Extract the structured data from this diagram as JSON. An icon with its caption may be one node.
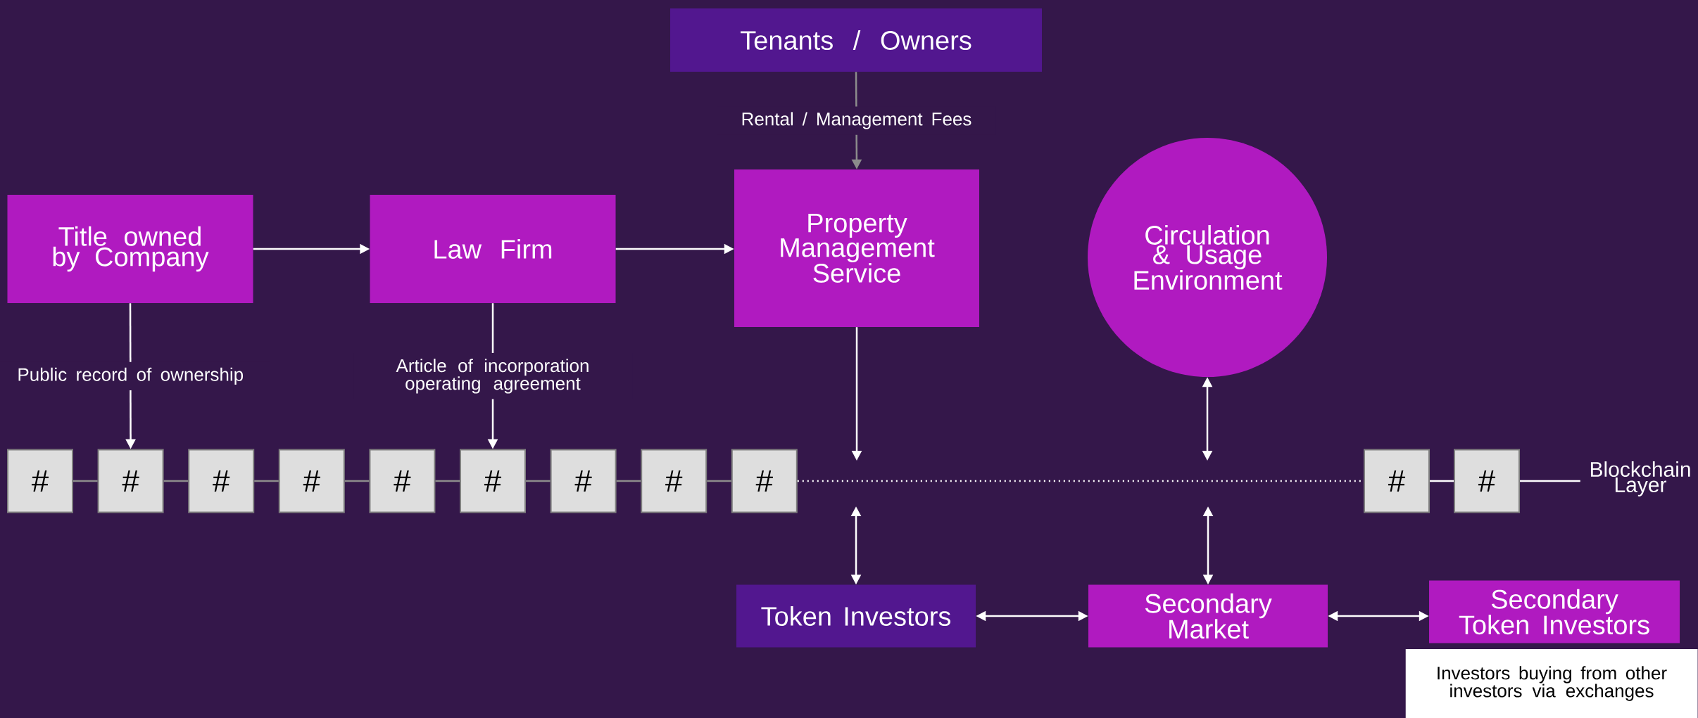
{
  "diagram": {
    "nodes": [
      {
        "text": [
          "Tenants / Owners"
        ]
      },
      {
        "text": [
          "Title owned by Company"
        ]
      },
      {
        "text": [
          "Law Firm"
        ]
      },
      {
        "text": [
          "Property Management Service"
        ]
      },
      {
        "text": [
          "Circulation & Usage Environment"
        ]
      },
      {
        "text": [
          "#"
        ]
      },
      {
        "text": [
          "#"
        ]
      },
      {
        "text": [
          "#"
        ]
      },
      {
        "text": [
          "#"
        ]
      },
      {
        "text": [
          "#"
        ]
      },
      {
        "text": [
          "#"
        ]
      },
      {
        "text": [
          "#"
        ]
      },
      {
        "text": [
          "#"
        ]
      },
      {
        "text": [
          "#"
        ]
      },
      {
        "text": [
          "#"
        ]
      },
      {
        "text": [
          "#"
        ]
      },
      {
        "text": [
          "Blockchain Layer"
        ]
      },
      {
        "text": [
          "Token Investors"
        ]
      },
      {
        "text": [
          "Secondary Market"
        ]
      },
      {
        "text": [
          "Secondary Token Investors"
        ]
      },
      {
        "text": [
          "Investors buying from other investors via exchanges"
        ]
      }
    ],
    "edges": [
      {
        "from": 0,
        "to": 3,
        "arrow": "to",
        "label": "Rental / Management Fees",
        "color": "#8c8c8c"
      },
      {
        "from": 1,
        "to": 2,
        "arrow": "to"
      },
      {
        "from": 2,
        "to": 3,
        "arrow": "to"
      },
      {
        "from": 1,
        "to": 6,
        "arrow": "to",
        "label": "Public record of ownership"
      },
      {
        "from": 2,
        "to": 10,
        "arrow": "to",
        "label": "Article of incorporation operating agreement"
      },
      {
        "from": 3,
        "to": null,
        "arrow": "to"
      },
      {
        "from": 4,
        "to": null,
        "arrow": "both"
      },
      {
        "from": 17,
        "to": null,
        "arrow": "both"
      },
      {
        "from": 18,
        "to": null,
        "arrow": "both"
      },
      {
        "from": 17,
        "to": 18,
        "arrow": "both"
      },
      {
        "from": 18,
        "to": 19,
        "arrow": "both"
      },
      {
        "from": 5,
        "to": 6,
        "arrow": "none",
        "color": "#8c8c8c"
      },
      {
        "from": 6,
        "to": 7,
        "arrow": "none",
        "color": "#8c8c8c"
      },
      {
        "from": 7,
        "to": 8,
        "arrow": "none",
        "color": "#8c8c8c"
      },
      {
        "from": 8,
        "to": 9,
        "arrow": "none",
        "color": "#8c8c8c"
      },
      {
        "from": 9,
        "to": 10,
        "arrow": "none",
        "color": "#8c8c8c"
      },
      {
        "from": 10,
        "to": 11,
        "arrow": "none",
        "color": "#8c8c8c"
      },
      {
        "from": 11,
        "to": 12,
        "arrow": "none",
        "color": "#8c8c8c"
      },
      {
        "from": 12,
        "to": 13,
        "arrow": "none",
        "color": "#8c8c8c"
      },
      {
        "from": 13,
        "to": 14,
        "arrow": "none",
        "style": "dashed"
      },
      {
        "from": 14,
        "to": 15,
        "arrow": "none"
      },
      {
        "from": 15,
        "to": 16,
        "arrow": "none"
      }
    ]
  }
}
